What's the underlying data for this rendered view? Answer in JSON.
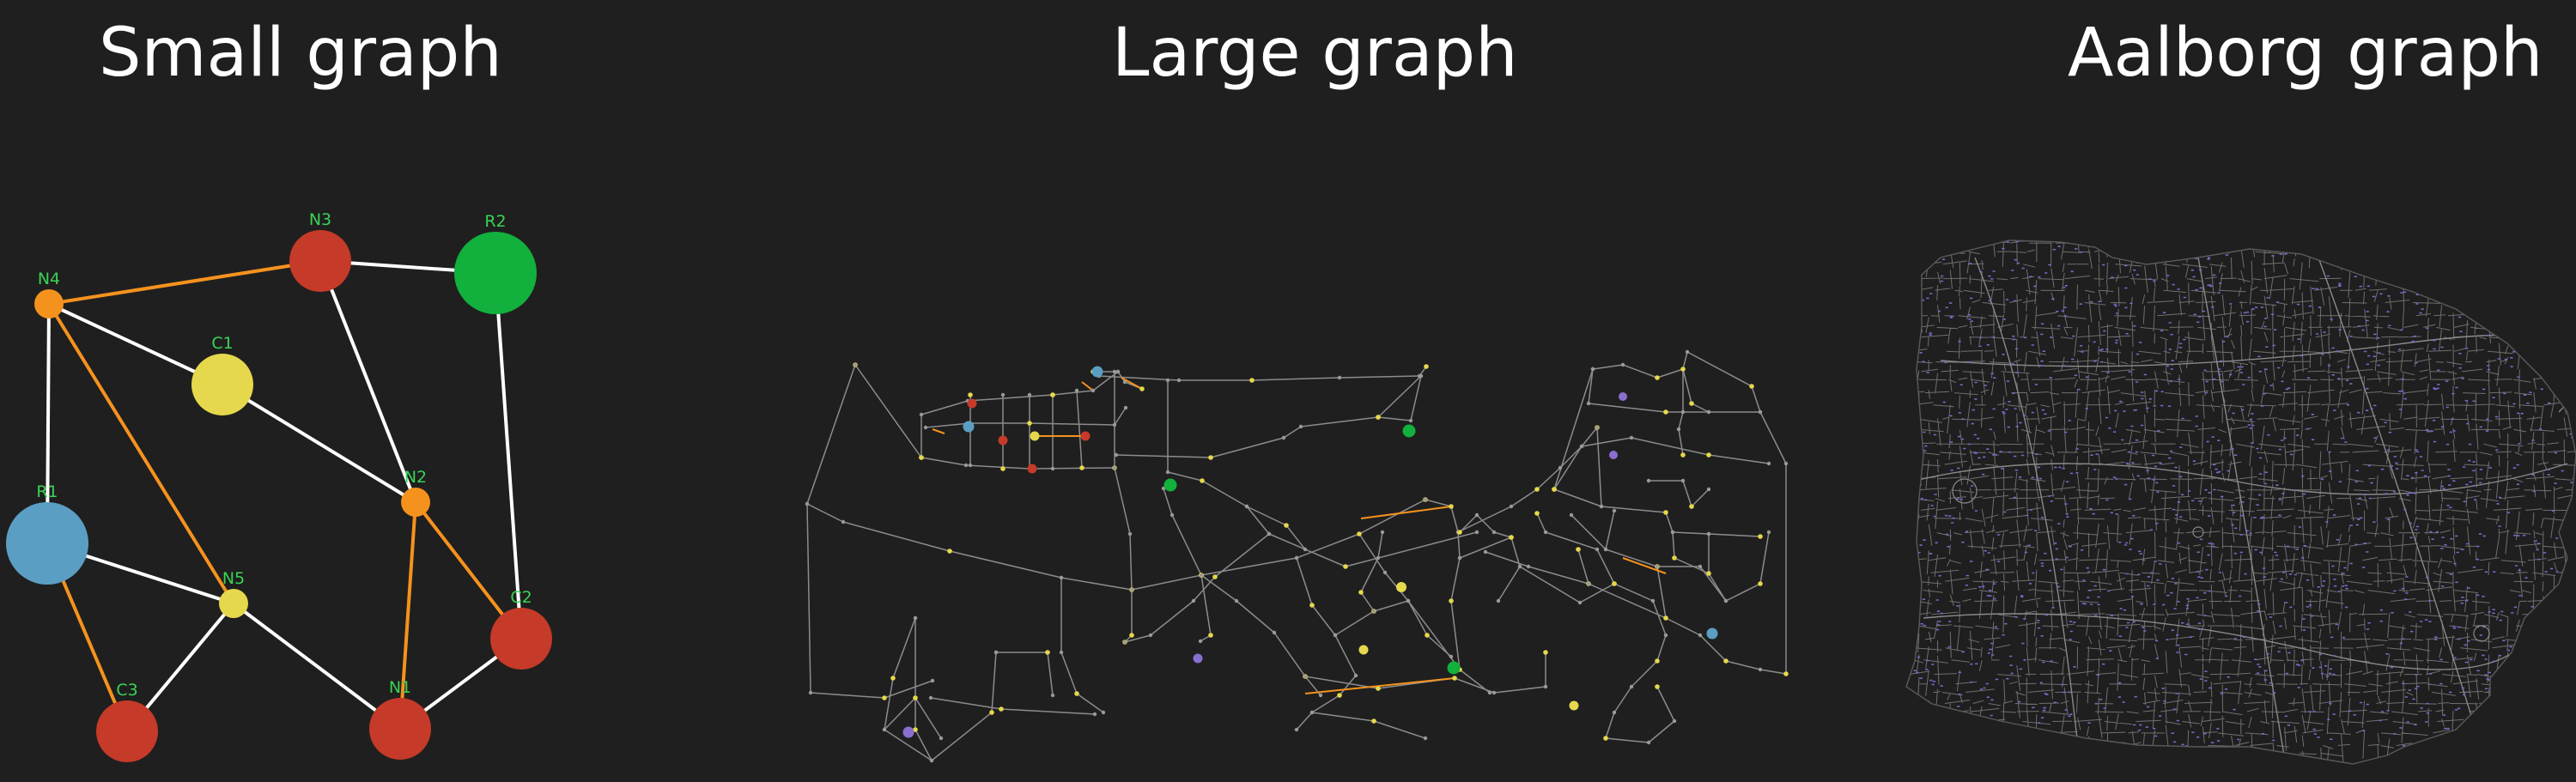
{
  "titles": {
    "small": "Small graph",
    "large": "Large graph",
    "aalborg": "Aalborg graph"
  },
  "colors": {
    "background": "#1f1f1f",
    "edge_default": "#ffffff",
    "edge_highlight": "#f5921e",
    "node_red": "#c53a28",
    "node_green": "#12b03c",
    "node_blue": "#5b9ec4",
    "node_yellow": "#e6d84c",
    "node_orange": "#f5921e",
    "node_purple": "#8a6fd1",
    "label_color": "#39d353",
    "street_gray": "#8c8c8c",
    "aalborg_street": "#6f6f6f",
    "aalborg_node": "#7b68c9"
  },
  "small_graph": {
    "nodes": [
      {
        "id": "N3",
        "label": "N3",
        "color": "red",
        "size": "medium"
      },
      {
        "id": "R2",
        "label": "R2",
        "color": "green",
        "size": "large"
      },
      {
        "id": "N4",
        "label": "N4",
        "color": "orange",
        "size": "small"
      },
      {
        "id": "C1",
        "label": "C1",
        "color": "yellow",
        "size": "medium"
      },
      {
        "id": "N2",
        "label": "N2",
        "color": "orange",
        "size": "small"
      },
      {
        "id": "R1",
        "label": "R1",
        "color": "blue",
        "size": "large"
      },
      {
        "id": "N5",
        "label": "N5",
        "color": "yellow",
        "size": "small"
      },
      {
        "id": "C2",
        "label": "C2",
        "color": "red",
        "size": "medium"
      },
      {
        "id": "C3",
        "label": "C3",
        "color": "red",
        "size": "medium"
      },
      {
        "id": "N1",
        "label": "N1",
        "color": "red",
        "size": "medium"
      }
    ],
    "edges": [
      {
        "from": "N4",
        "to": "N3",
        "highlight": true
      },
      {
        "from": "N3",
        "to": "R2",
        "highlight": false
      },
      {
        "from": "N4",
        "to": "C1",
        "highlight": false
      },
      {
        "from": "N4",
        "to": "R1",
        "highlight": false
      },
      {
        "from": "N4",
        "to": "N5",
        "highlight": true
      },
      {
        "from": "C1",
        "to": "N2",
        "highlight": false
      },
      {
        "from": "N3",
        "to": "N2",
        "highlight": false
      },
      {
        "from": "R2",
        "to": "C2",
        "highlight": false
      },
      {
        "from": "N2",
        "to": "C2",
        "highlight": true
      },
      {
        "from": "N2",
        "to": "N1",
        "highlight": true
      },
      {
        "from": "R1",
        "to": "N5",
        "highlight": false
      },
      {
        "from": "R1",
        "to": "C3",
        "highlight": true
      },
      {
        "from": "N5",
        "to": "C3",
        "highlight": false
      },
      {
        "from": "N5",
        "to": "N1",
        "highlight": false
      },
      {
        "from": "N1",
        "to": "C2",
        "highlight": false
      }
    ]
  }
}
